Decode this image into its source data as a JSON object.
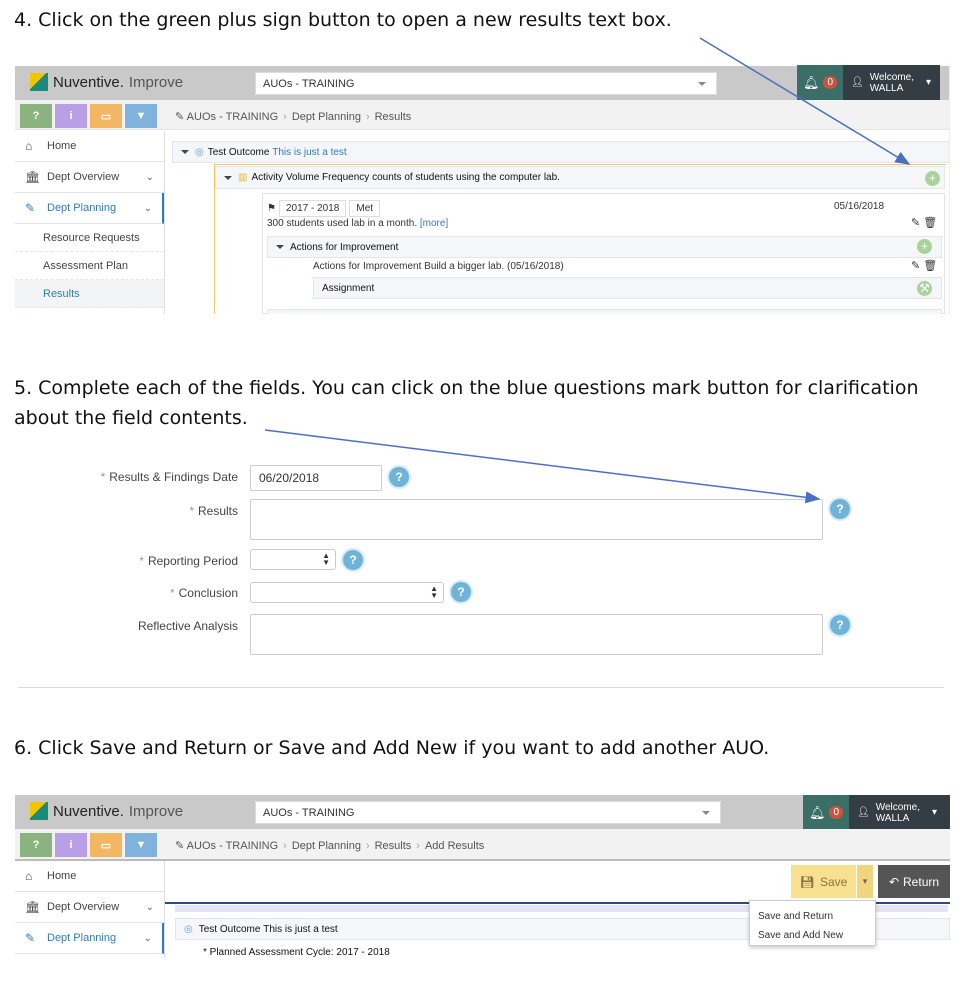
{
  "steps": {
    "s4": "4. Click on the green plus sign button to open a new results text box.",
    "s5_line1": "5. Complete each of the fields. You can click on the blue questions mark button for clarification",
    "s5_line2": "about the field contents.",
    "s6": "6. Click Save and Return or Save and Add New if you want to add another AUO."
  },
  "app": {
    "brand": "Nuventive.",
    "brand_product": "Improve",
    "notifications": "0",
    "welcome_line1": "Welcome,",
    "welcome_line2": "WALLA",
    "buttons": {
      "help": "?",
      "info": "i"
    },
    "nav": {
      "home": "Home",
      "dept_overview": "Dept Overview",
      "dept_planning": "Dept Planning",
      "resource_requests": "Resource Requests",
      "assessment_plan": "Assessment Plan",
      "results": "Results"
    }
  },
  "shot1": {
    "unit_select": "AUOs - TRAINING",
    "breadcrumb": [
      "AUOs - TRAINING",
      "Dept Planning",
      "Results"
    ],
    "outcome_label": "Test Outcome",
    "outcome_text": "This is just a test",
    "activity_label": "Activity Volume",
    "activity_text": "Frequency counts of students using the computer lab.",
    "cycle": "2017 - 2018",
    "status": "Met",
    "date": "05/16/2018",
    "result_text": "300 students used lab in a month.",
    "more": "[more]",
    "actions_header": "Actions for Improvement",
    "action_text": "Actions for Improvement Build a bigger lab. (05/16/2018)",
    "assignment": "Assignment"
  },
  "form": {
    "required": "*",
    "date_label": "Results & Findings Date",
    "date_value": "06/20/2018",
    "results_label": "Results",
    "period_label": "Reporting Period",
    "conclusion_label": "Conclusion",
    "reflective_label": "Reflective Analysis",
    "help": "?"
  },
  "shot3": {
    "unit_select": "AUOs - TRAINING",
    "breadcrumb": [
      "AUOs - TRAINING",
      "Dept Planning",
      "Results",
      "Add Results"
    ],
    "save": "Save",
    "return": "Return",
    "menu": [
      "Save and Return",
      "Save and Add New"
    ],
    "outcome_label": "Test Outcome",
    "outcome_text": "This is just a test",
    "cycle_line": "* Planned Assessment Cycle: 2017 - 2018"
  },
  "colors": {
    "accent": "#2f7bbf",
    "arrow": "#4a6fc4",
    "save": "#f7e08f",
    "teal": "#3a6e66"
  }
}
